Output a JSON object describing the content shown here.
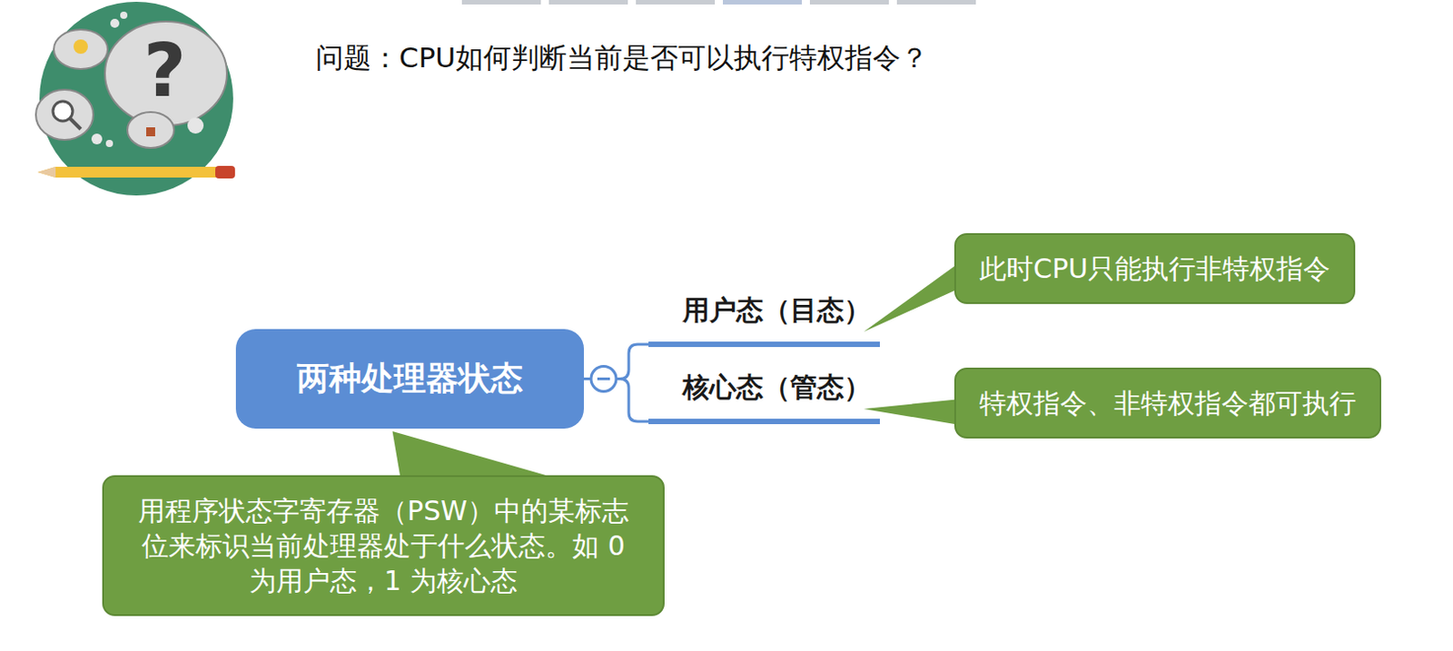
{
  "diagram": {
    "title": "问题：CPU如何判断当前是否可以执行特权指令？",
    "nodes": [
      {
        "text": [
          "两种处理器状态"
        ]
      },
      {
        "text": [
          "用户态（目态）"
        ]
      },
      {
        "text": [
          "核心态（管态）"
        ]
      },
      {
        "text": [
          "此时CPU只能执行非特权指令"
        ]
      },
      {
        "text": [
          "特权指令、非特权指令都可执行"
        ]
      },
      {
        "text": [
          "用程序状态字寄存器（PSW）中的某标志位来标识当前处理器处于什么状态。如 0 为用户态，1 为核心态"
        ]
      }
    ],
    "edges": [
      {
        "from": 0,
        "to": 1,
        "arrow": "none"
      },
      {
        "from": 0,
        "to": 2,
        "arrow": "none"
      },
      {
        "from": 3,
        "to": 1,
        "arrow": "none"
      },
      {
        "from": 4,
        "to": 2,
        "arrow": "none"
      },
      {
        "from": 5,
        "to": 0,
        "arrow": "none"
      }
    ],
    "labels": [
      "?"
    ]
  }
}
